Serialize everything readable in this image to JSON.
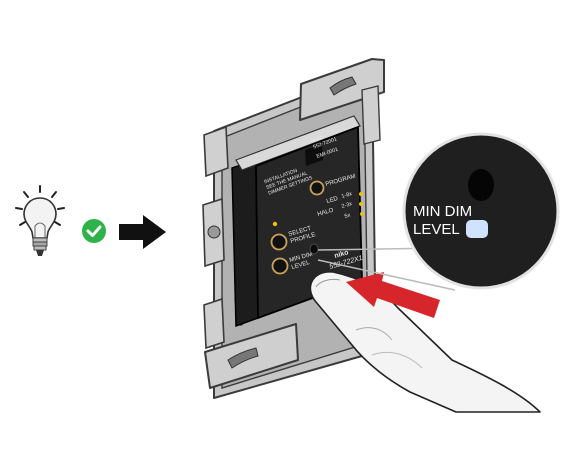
{
  "device": {
    "top_label_1": "NIKO",
    "top_label_2": "552-72001",
    "top_label_3": "EMI-0001",
    "side_label_1": "INSTALLATION",
    "side_label_2": "SEE THE MANUAL",
    "side_label_3": "DIMMER SETTINGS",
    "program_label": "PROGRAM",
    "select_profile_label_1": "SELECT",
    "select_profile_label_2": "PROFILE",
    "min_dim_label_1": "MIN DIM",
    "min_dim_label_2": "LEVEL",
    "led_label": "LED",
    "halo_label": "HALO",
    "led_value": "1-8x",
    "halo_value": "2-3x",
    "extra_value": "5x",
    "brand": "niko",
    "model": "552-722X1"
  },
  "zoom": {
    "label_line_1": "MIN DIM",
    "label_line_2": "LEVEL"
  },
  "colors": {
    "check_green": "#2db34a",
    "press_arrow_red": "#d6262b",
    "button_ring": "#c8a25a",
    "indicator_led": "#cfe3ff"
  }
}
